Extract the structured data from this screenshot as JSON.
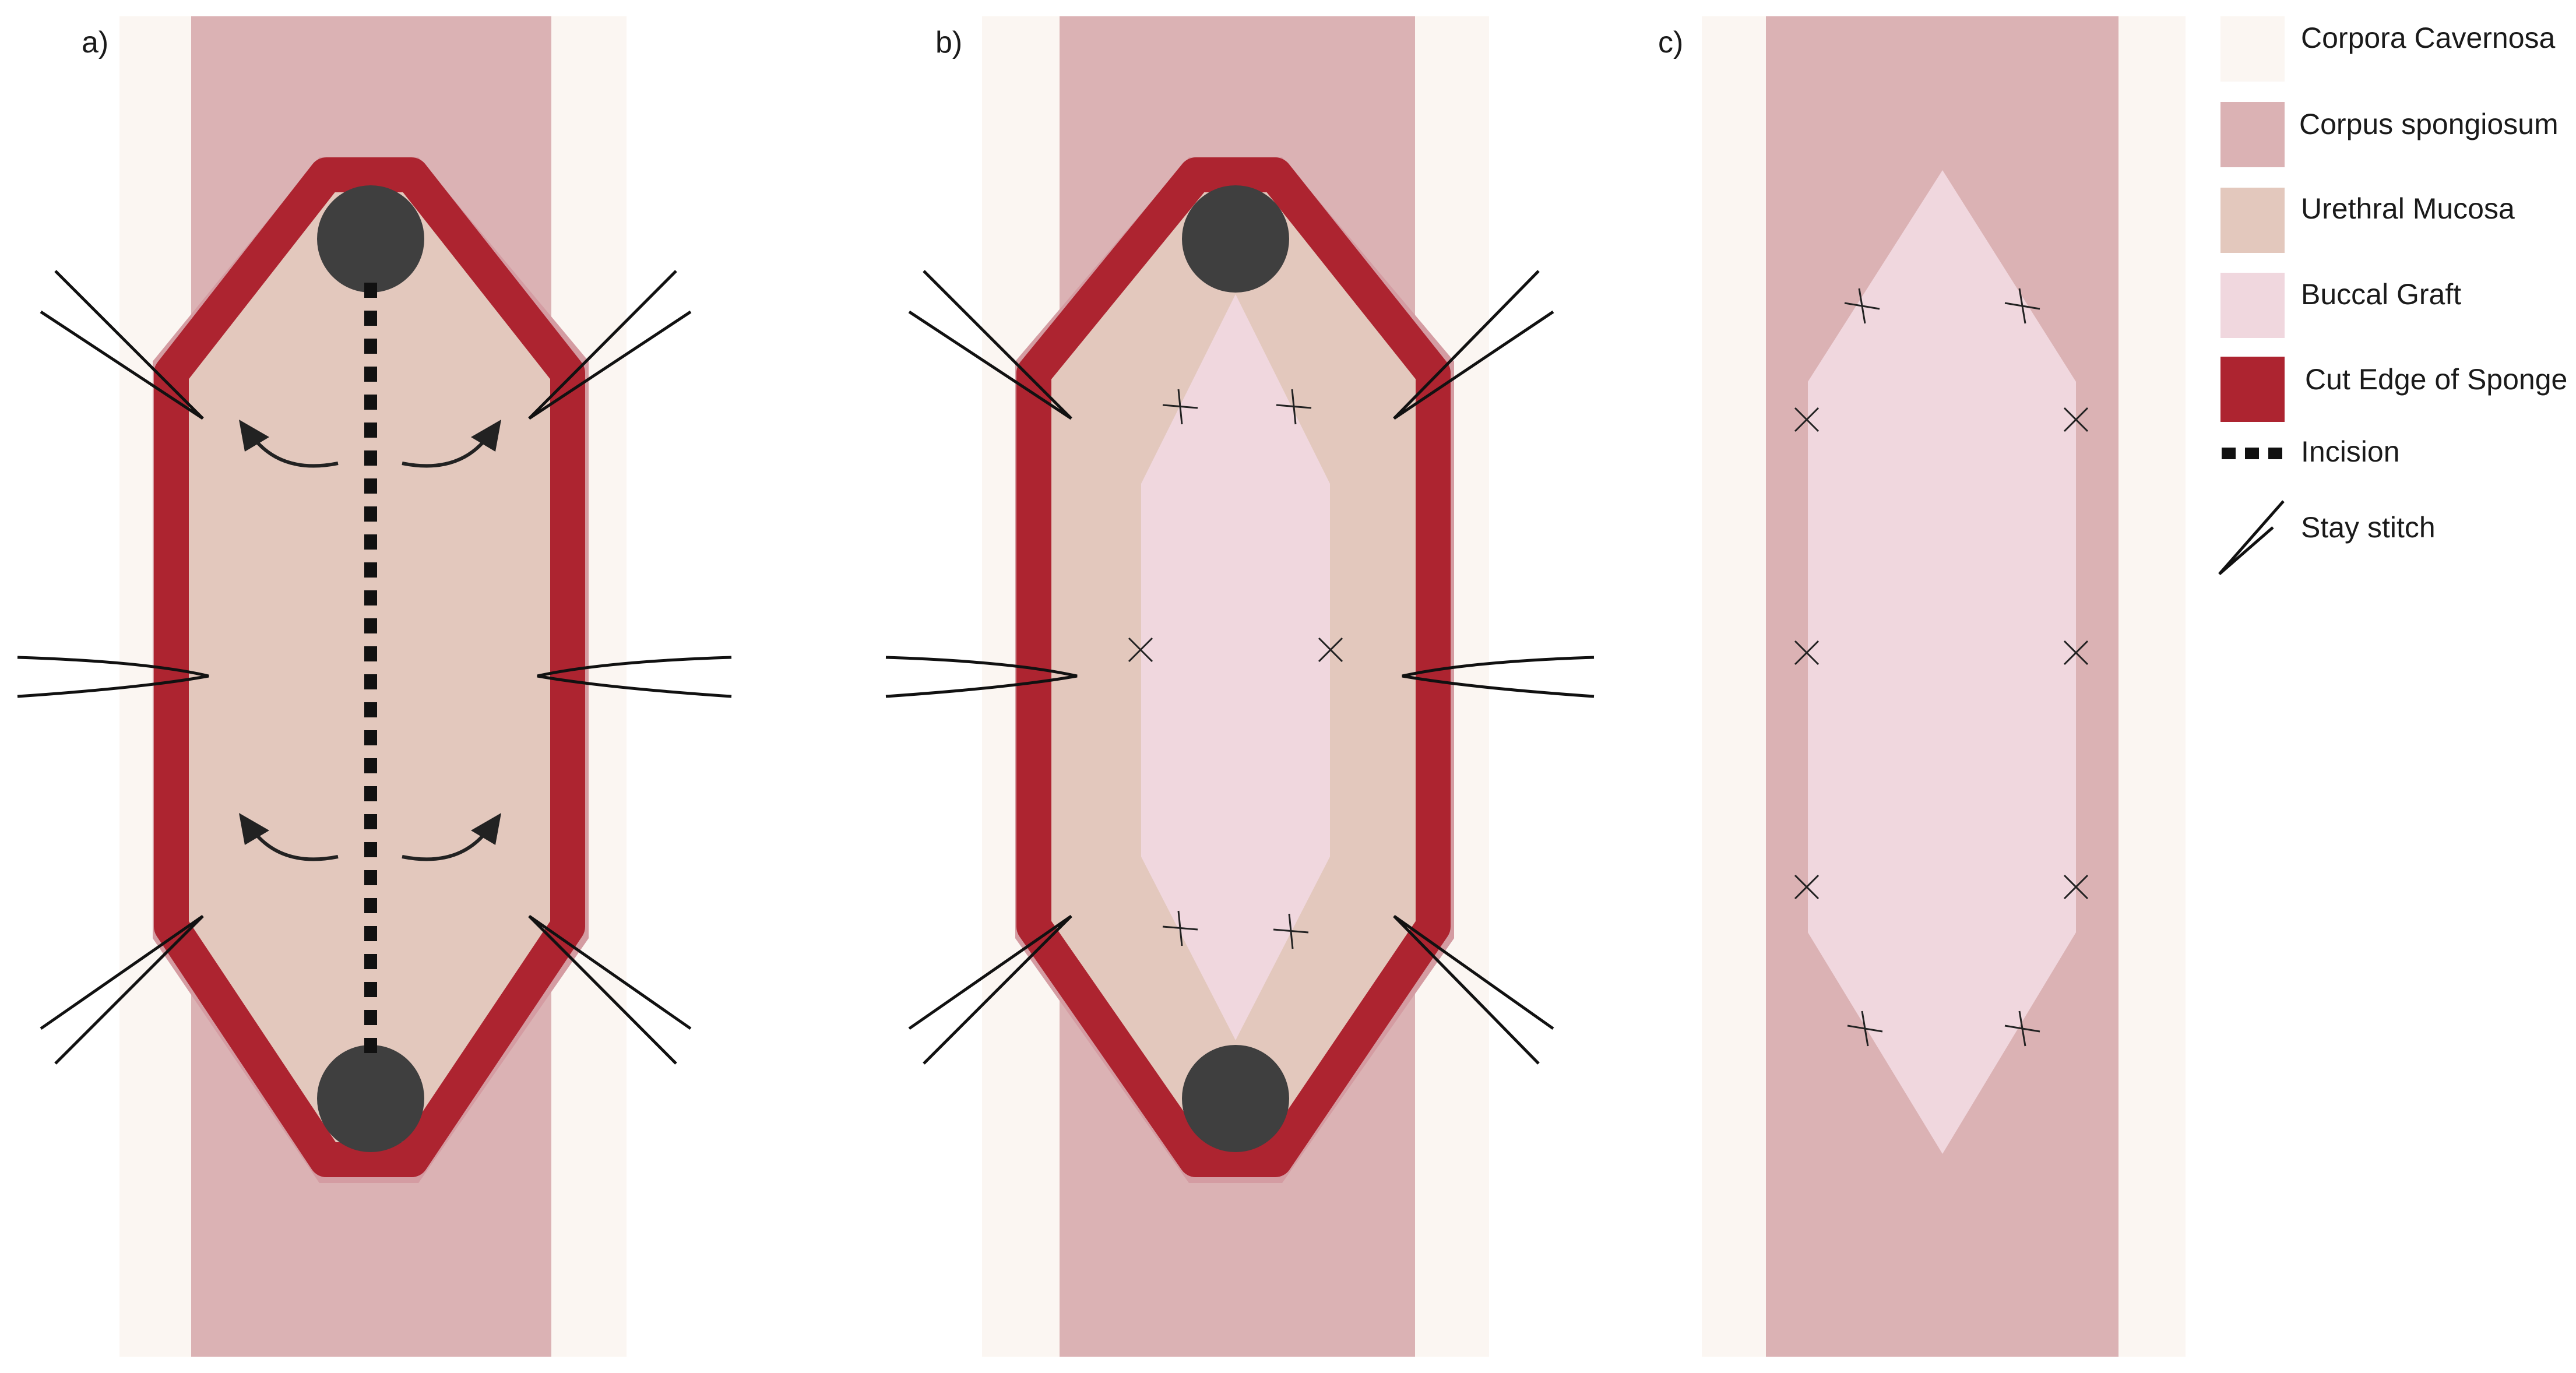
{
  "panels": [
    {
      "label": "a)"
    },
    {
      "label": "b)"
    },
    {
      "label": "c)"
    }
  ],
  "legend": [
    {
      "key": "cavernosa",
      "label": "Corpora Cavernosa",
      "color": "#FBF6F2"
    },
    {
      "key": "spongiosum",
      "label": "Corpus spongiosum",
      "color": "#DBB2B4"
    },
    {
      "key": "mucosa",
      "label": "Urethral Mucosa",
      "color": "#E3C8BD"
    },
    {
      "key": "graft",
      "label": "Buccal Graft",
      "color": "#F0D7DE"
    },
    {
      "key": "cut_edge",
      "label": "Cut Edge of Sponge",
      "color": "#AD2430"
    },
    {
      "key": "incision",
      "label": "Incision",
      "color": "#111111"
    },
    {
      "key": "stay_stitch",
      "label": "Stay stitch",
      "color": "#111111"
    }
  ],
  "colors": {
    "stitch": "#111111",
    "suture_knot": "#3F3F3F",
    "arrow": "#222222"
  }
}
